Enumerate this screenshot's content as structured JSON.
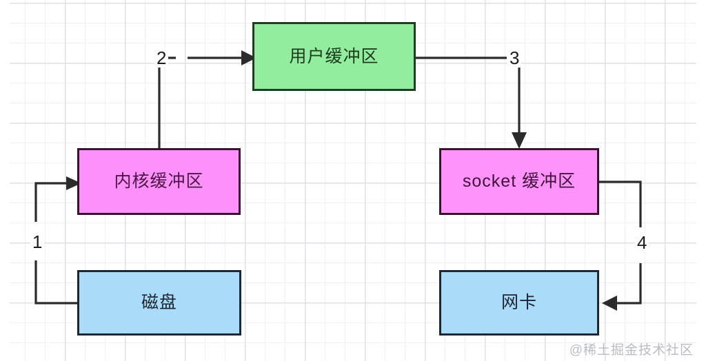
{
  "diagram": {
    "title": "zero-copy data transfer diagram",
    "nodes": [
      {
        "id": "user_buffer",
        "label": "用户缓冲区",
        "fill": "#93ed9e",
        "stroke": "#1f3d20"
      },
      {
        "id": "kernel_buffer",
        "label": "内核缓冲区",
        "fill": "#fd90fb",
        "stroke": "#3a1230"
      },
      {
        "id": "socket_buffer",
        "label": "socket 缓冲区",
        "fill": "#fd93fb",
        "stroke": "#3a1230"
      },
      {
        "id": "disk",
        "label": "磁盘",
        "fill": "#aadcfa",
        "stroke": "#1d2633"
      },
      {
        "id": "nic",
        "label": "网卡",
        "fill": "#aadcfa",
        "stroke": "#1d2633"
      }
    ],
    "edges": [
      {
        "id": "e1",
        "label": "1",
        "from": "disk",
        "to": "kernel_buffer"
      },
      {
        "id": "e2",
        "label": "2",
        "from": "kernel_buffer",
        "to": "user_buffer"
      },
      {
        "id": "e3",
        "label": "3",
        "from": "user_buffer",
        "to": "socket_buffer"
      },
      {
        "id": "e4",
        "label": "4",
        "from": "socket_buffer",
        "to": "nic"
      }
    ],
    "watermark": "@稀土掘金技术社区"
  }
}
